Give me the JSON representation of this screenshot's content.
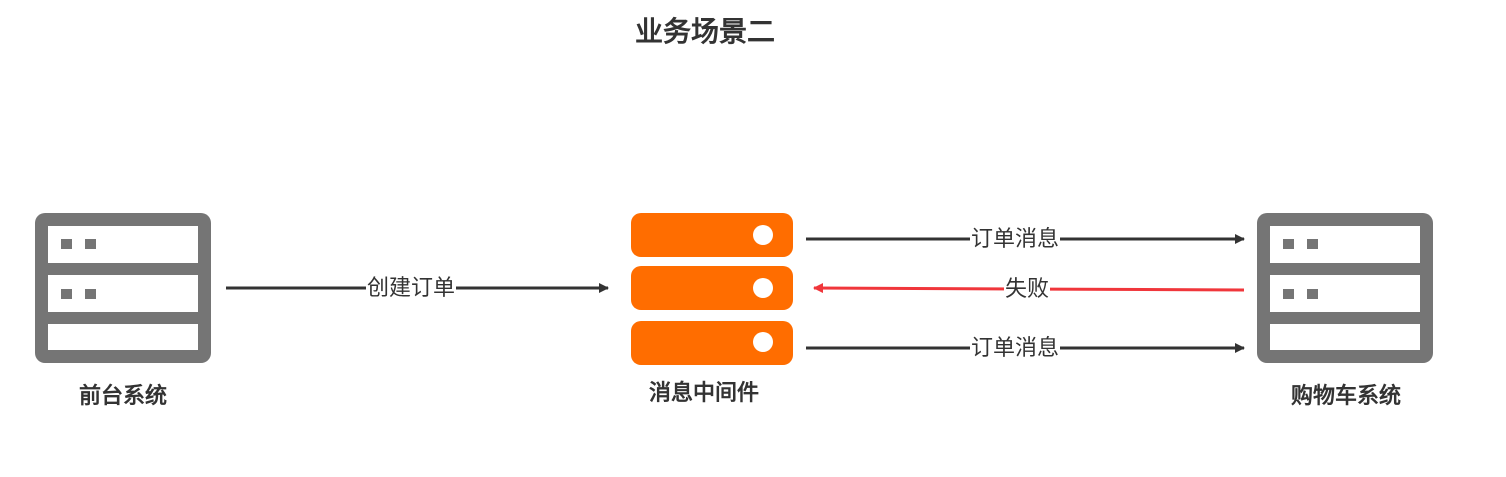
{
  "title": "业务场景二",
  "nodes": {
    "frontend": {
      "label": "前台系统",
      "icon": "server-icon"
    },
    "middleware": {
      "label": "消息中间件",
      "icon": "message-queue-icon"
    },
    "cart": {
      "label": "购物车系统",
      "icon": "server-icon"
    }
  },
  "edges": {
    "create_order": {
      "label": "创建订单",
      "color": "#333333"
    },
    "order_msg_1": {
      "label": "订单消息",
      "color": "#333333"
    },
    "failure": {
      "label": "失败",
      "color": "#f0363b"
    },
    "order_msg_2": {
      "label": "订单消息",
      "color": "#333333"
    }
  },
  "colors": {
    "server_gray": "#757575",
    "middleware_orange": "#ff6d00",
    "text": "#333333",
    "failure_red": "#f0363b"
  }
}
